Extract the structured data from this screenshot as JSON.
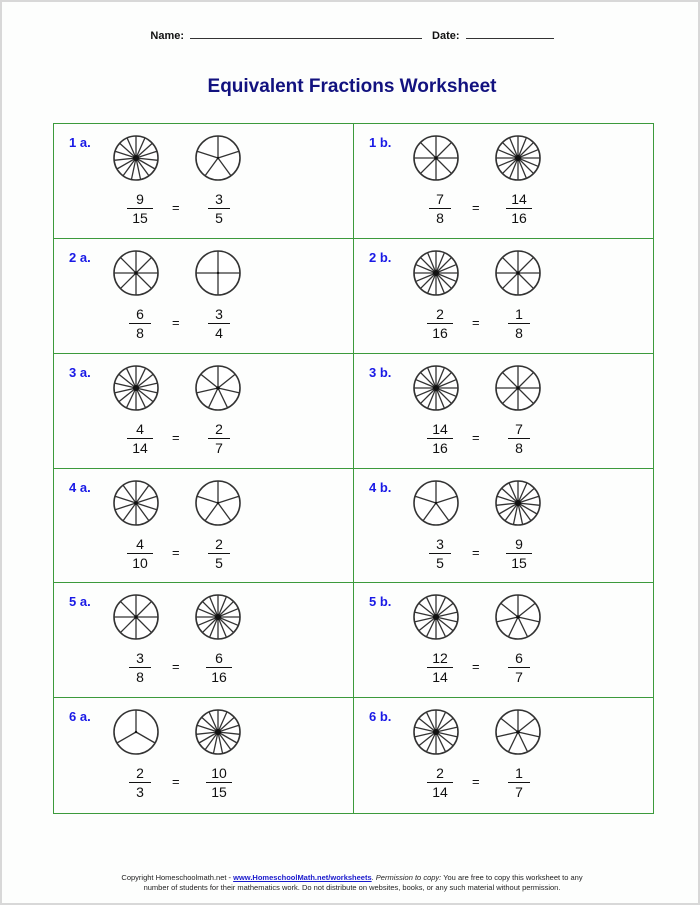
{
  "header": {
    "name_label": "Name:",
    "date_label": "Date:"
  },
  "title": "Equivalent Fractions Worksheet",
  "colors": {
    "title": "#12127f",
    "label": "#1a1ae6",
    "grid_border": "#3c9a3c",
    "link": "#1a1acc"
  },
  "equals_sign": "=",
  "problems": [
    {
      "label": "1 a.",
      "left": {
        "num": "9",
        "den": "15",
        "slices": 15
      },
      "right": {
        "num": "3",
        "den": "5",
        "slices": 5
      }
    },
    {
      "label": "1 b.",
      "left": {
        "num": "7",
        "den": "8",
        "slices": 8
      },
      "right": {
        "num": "14",
        "den": "16",
        "slices": 16
      }
    },
    {
      "label": "2 a.",
      "left": {
        "num": "6",
        "den": "8",
        "slices": 8
      },
      "right": {
        "num": "3",
        "den": "4",
        "slices": 4
      }
    },
    {
      "label": "2 b.",
      "left": {
        "num": "2",
        "den": "16",
        "slices": 16
      },
      "right": {
        "num": "1",
        "den": "8",
        "slices": 8
      }
    },
    {
      "label": "3 a.",
      "left": {
        "num": "4",
        "den": "14",
        "slices": 14
      },
      "right": {
        "num": "2",
        "den": "7",
        "slices": 7
      }
    },
    {
      "label": "3 b.",
      "left": {
        "num": "14",
        "den": "16",
        "slices": 16
      },
      "right": {
        "num": "7",
        "den": "8",
        "slices": 8
      }
    },
    {
      "label": "4 a.",
      "left": {
        "num": "4",
        "den": "10",
        "slices": 10
      },
      "right": {
        "num": "2",
        "den": "5",
        "slices": 5
      }
    },
    {
      "label": "4 b.",
      "left": {
        "num": "3",
        "den": "5",
        "slices": 5
      },
      "right": {
        "num": "9",
        "den": "15",
        "slices": 15
      }
    },
    {
      "label": "5 a.",
      "left": {
        "num": "3",
        "den": "8",
        "slices": 8
      },
      "right": {
        "num": "6",
        "den": "16",
        "slices": 16
      }
    },
    {
      "label": "5 b.",
      "left": {
        "num": "12",
        "den": "14",
        "slices": 14
      },
      "right": {
        "num": "6",
        "den": "7",
        "slices": 7
      }
    },
    {
      "label": "6 a.",
      "left": {
        "num": "2",
        "den": "3",
        "slices": 3
      },
      "right": {
        "num": "10",
        "den": "15",
        "slices": 15
      }
    },
    {
      "label": "6 b.",
      "left": {
        "num": "2",
        "den": "14",
        "slices": 14
      },
      "right": {
        "num": "1",
        "den": "7",
        "slices": 7
      }
    }
  ],
  "footer": {
    "copyright": "Copyright Homeschoolmath.net - ",
    "link_text": "www.HomeschoolMath.net/worksheets",
    "after_link": ". ",
    "permission_label": "Permission to copy:",
    "line1_rest": " You are free to copy this worksheet to any",
    "line2": "number of students for their mathematics work. Do not distribute on websites, books, or any such material without permission."
  }
}
